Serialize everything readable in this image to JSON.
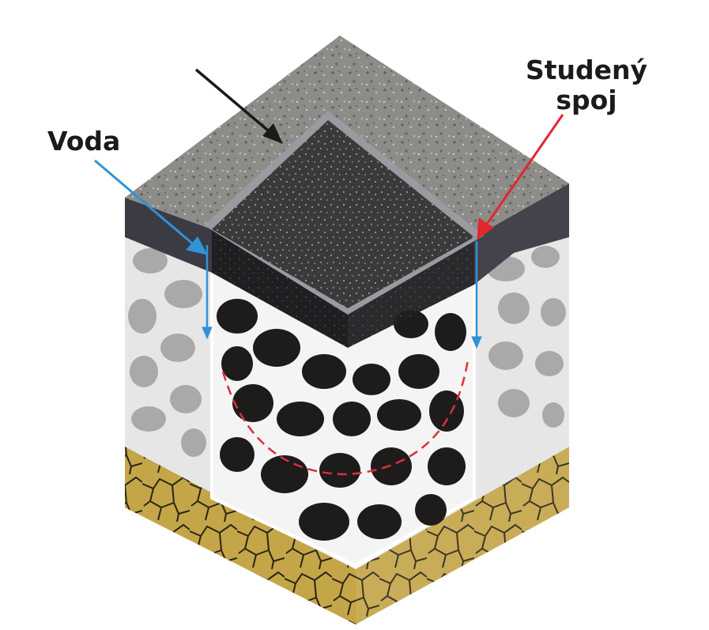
{
  "labels": {
    "water": "Voda",
    "cold_joint_line1": "Studený",
    "cold_joint_line2": "spoj"
  },
  "colors": {
    "water_arrow": "#2f93d6",
    "cold_joint_arrow": "#e0282e",
    "pointer_arrow": "#1a1a1a",
    "old_surface": "#8a8a86",
    "new_patch": "#2a2a2a",
    "gravel_bg": "#f2f2f2",
    "stones": "#1e1c1b",
    "subgrade": "#b89a3a"
  }
}
